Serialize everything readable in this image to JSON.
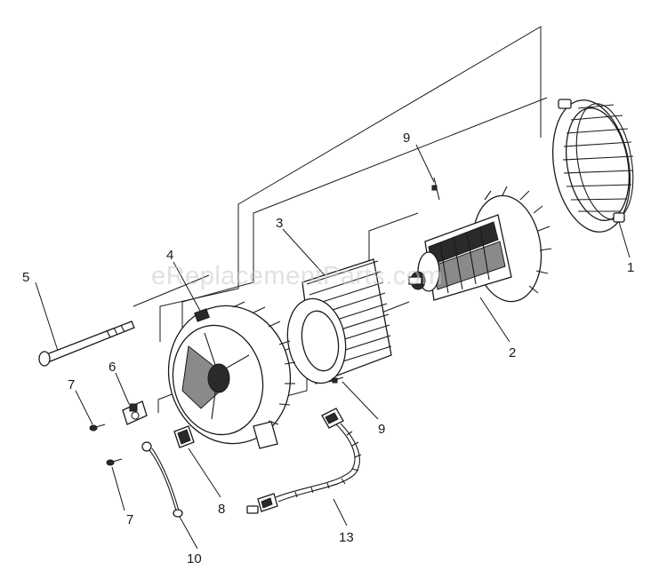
{
  "watermark": "eReplacementParts.com",
  "callouts": {
    "c1": "1",
    "c2": "2",
    "c3": "3",
    "c4": "4",
    "c5": "5",
    "c6": "6",
    "c7a": "7",
    "c7b": "7",
    "c8": "8",
    "c9a": "9",
    "c9b": "9",
    "c10": "10",
    "c13": "13"
  }
}
